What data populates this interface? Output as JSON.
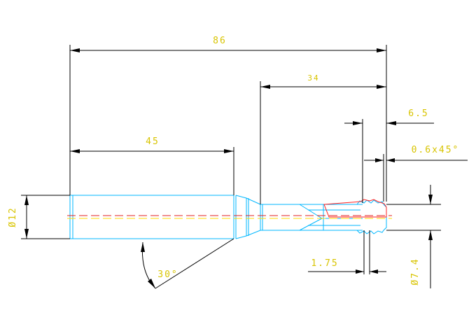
{
  "drawing": {
    "dimensions": {
      "overall_length": "86",
      "shank_length": "45",
      "head_length": "34",
      "flute_length": "6.5",
      "chamfer": "0.6x45°",
      "shank_diameter": "Ø12",
      "tip_diameter": "Ø7.4",
      "tooth_width": "1.75",
      "taper_angle": "30°"
    },
    "colors": {
      "outline": "#00b7ff",
      "dimension_lines": "#000000",
      "dimension_text": "#d8c400",
      "centerline_red": "#e02020",
      "centerline_yellow": "#ffd800",
      "cutter_profile": "#ff2020"
    }
  }
}
